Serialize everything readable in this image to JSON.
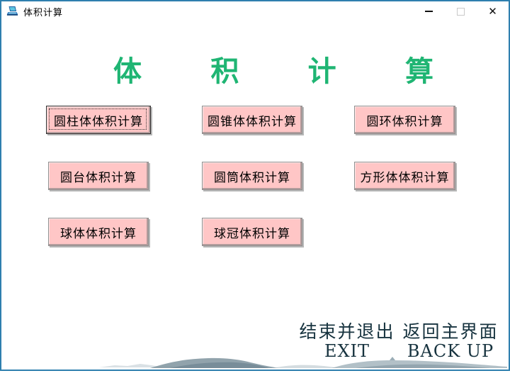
{
  "window": {
    "title": "体积计算",
    "close_glyph": "✕"
  },
  "heading": {
    "chars": [
      "体",
      "积",
      "计",
      "算"
    ]
  },
  "buttons": [
    {
      "label": "圆柱体体积计算",
      "focused": true
    },
    {
      "label": "圆锥体体积计算",
      "focused": false
    },
    {
      "label": "圆环体积计算",
      "focused": false
    },
    {
      "label": "圆台体积计算",
      "focused": false
    },
    {
      "label": "圆筒体积计算",
      "focused": false
    },
    {
      "label": "方形体体积计算",
      "focused": false
    },
    {
      "label": "球体体积计算",
      "focused": false
    },
    {
      "label": "球冠体积计算",
      "focused": false
    }
  ],
  "footer": {
    "exit_zh": "结束并退出",
    "exit_en": "EXIT",
    "back_zh": "返回主界面",
    "back_en": "BACK UP"
  },
  "colors": {
    "heading_green": "#1fb573",
    "button_pink": "#ffc6c6",
    "window_border": "#2e7fae",
    "footer_text": "#17333f"
  }
}
